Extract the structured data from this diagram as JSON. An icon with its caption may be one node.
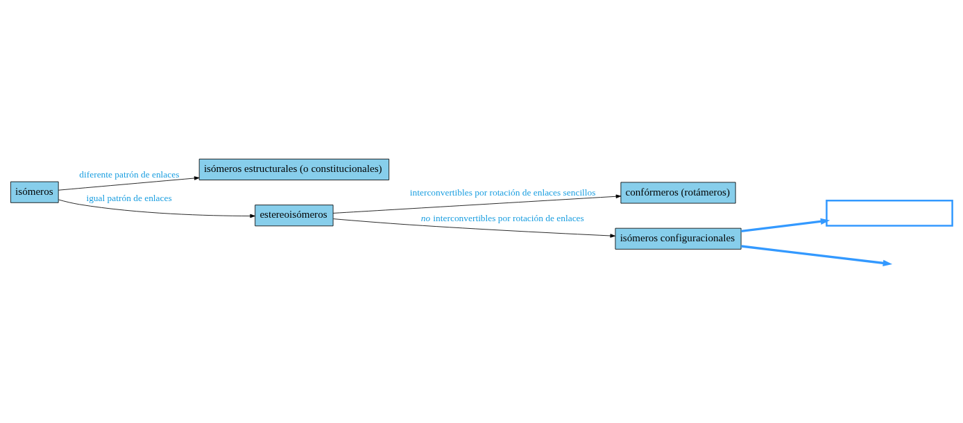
{
  "diagram": {
    "nodes": [
      {
        "text": [
          "isómeros"
        ]
      },
      {
        "text": [
          "isómeros estructurales (o constitucionales)"
        ]
      },
      {
        "text": [
          "estereoisómeros"
        ]
      },
      {
        "text": [
          "confórmeros (rotámeros)"
        ]
      },
      {
        "text": [
          "isómeros configuracionales"
        ]
      },
      {
        "text": [],
        "shape": "box"
      }
    ],
    "edges": [
      {
        "from": 0,
        "to": 1,
        "arrow": "to",
        "label": "diferente patrón de enlaces"
      },
      {
        "from": 0,
        "to": 2,
        "arrow": "to",
        "label": "igual patrón de enlaces"
      },
      {
        "from": 2,
        "to": 3,
        "arrow": "to",
        "label": "interconvertibles por rotación de enlaces sencillos"
      },
      {
        "from": 2,
        "to": 4,
        "arrow": "to",
        "label": "*no* interconvertibles por rotación de enlaces"
      },
      {
        "from": 4,
        "to": 5,
        "arrow": "to",
        "style": "thick",
        "color": "#3399ff"
      },
      {
        "from": 4,
        "to": null,
        "arrow": "to",
        "style": "thick",
        "color": "#3399ff"
      }
    ]
  }
}
